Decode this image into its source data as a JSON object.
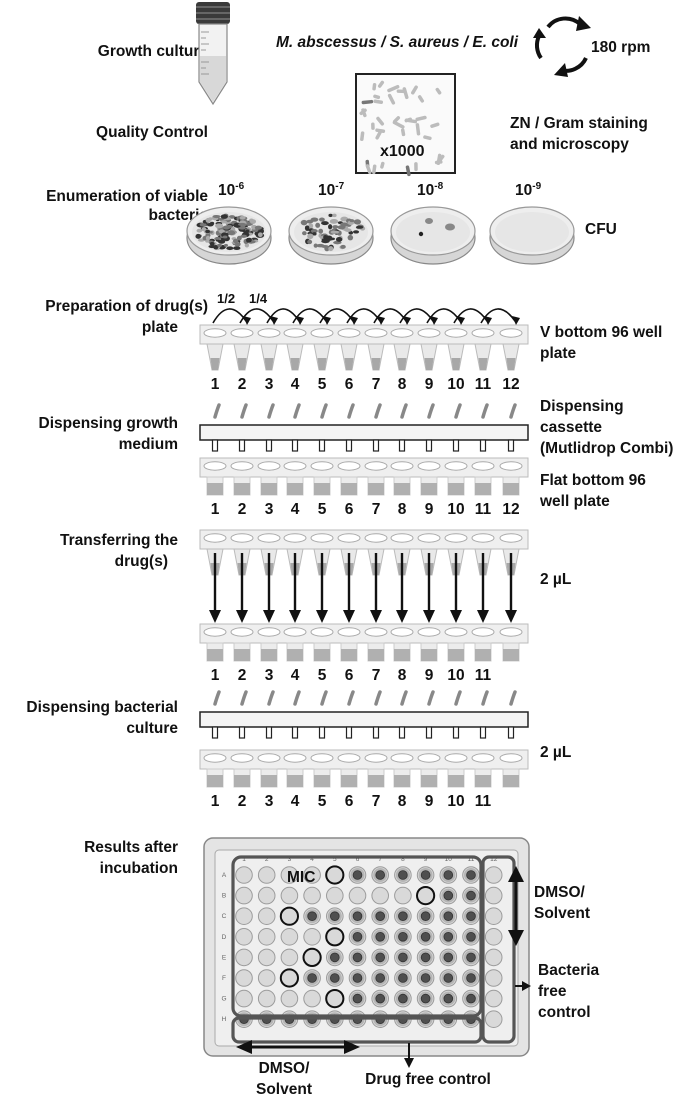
{
  "sections": {
    "growth_culture": "Growth culture",
    "quality_control": "Quality Control",
    "enumeration_l1": "Enumeration of viable",
    "enumeration_l2": "bacteria",
    "drug_plate_l1": "Preparation of drug(s)",
    "drug_plate_l2": "plate",
    "dispense_medium_l1": "Dispensing growth",
    "dispense_medium_l2": "medium",
    "transfer_l1": "Transferring the",
    "transfer_l2": "drug(s)",
    "dispense_culture_l1": "Dispensing bacterial",
    "dispense_culture_l2": "culture",
    "results_l1": "Results after",
    "results_l2": "incubation"
  },
  "organisms": "M. abscessus / S. aureus / E. coli",
  "shaker_speed": "180 rpm",
  "microscopy": {
    "magnification": "x1000",
    "label_l1": "ZN / Gram staining",
    "label_l2": "and microscopy"
  },
  "dilutions": [
    {
      "base": "10",
      "exp": "-6"
    },
    {
      "base": "10",
      "exp": "-7"
    },
    {
      "base": "10",
      "exp": "-8"
    },
    {
      "base": "10",
      "exp": "-9"
    }
  ],
  "cfu_label": "CFU",
  "fractions": [
    "1/2",
    "1/4"
  ],
  "vplate_l1": "V bottom 96 well",
  "vplate_l2": "plate",
  "cassette_l1": "Dispensing",
  "cassette_l2": "cassette",
  "cassette_l3": "(Mutlidrop Combi)",
  "flatplate_l1": "Flat bottom 96",
  "flatplate_l2": "well plate",
  "columns_12": [
    "1",
    "2",
    "3",
    "4",
    "5",
    "6",
    "7",
    "8",
    "9",
    "10",
    "11",
    "12"
  ],
  "columns_11": [
    "1",
    "2",
    "3",
    "4",
    "5",
    "6",
    "7",
    "8",
    "9",
    "10",
    "11"
  ],
  "volume_transfer": "2 µL",
  "volume_culture": "2 µL",
  "plate": {
    "col_labels": [
      "1",
      "2",
      "3",
      "4",
      "5",
      "6",
      "7",
      "8",
      "9",
      "10",
      "11",
      "12"
    ],
    "row_labels": [
      "A",
      "B",
      "C",
      "D",
      "E",
      "F",
      "G",
      "H"
    ],
    "mic_label": "MIC",
    "dmso_right_l1": "DMSO/",
    "dmso_right_l2": "Solvent",
    "bacteria_free_l1": "Bacteria",
    "bacteria_free_l2": "free",
    "bacteria_free_l3": "control",
    "dmso_bottom_l1": "DMSO/",
    "dmso_bottom_l2": "Solvent",
    "drug_free": "Drug free control",
    "mic_columns": [
      5,
      9,
      3,
      5,
      4,
      3,
      5
    ]
  },
  "colors": {
    "text": "#111111",
    "plastic": "#eeeeee",
    "grey": "#9a9a9a",
    "dark_well": "#555555",
    "frame": "#555555"
  }
}
